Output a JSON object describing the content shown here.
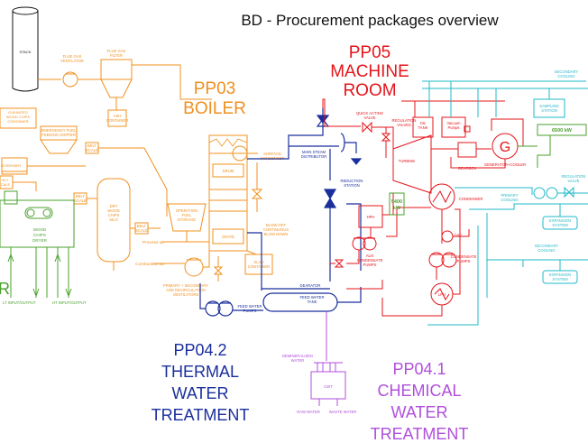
{
  "title": "BD - Procurement packages overview",
  "colors": {
    "orange": "#f0901e",
    "green": "#4aa02c",
    "red": "#e4141a",
    "navy": "#1a2f9c",
    "purple": "#b04fdc",
    "cyan": "#22b8c8",
    "black": "#111111"
  },
  "packages": {
    "pp03": {
      "line1": "PP03",
      "line2": "BOILER"
    },
    "pp05": {
      "line1": "PP05",
      "line2": "MACHINE",
      "line3": "ROOM"
    },
    "pp042": {
      "line1": "PP04.2",
      "line2": "THERMAL",
      "line3": "WATER",
      "line4": "TREATMENT"
    },
    "pp041": {
      "line1": "PP04.1",
      "line2": "CHEMICAL",
      "line3": "WATER",
      "line4": "TREATMENT"
    },
    "pp_left_partial": "R"
  },
  "labels": {
    "stack": "STACK",
    "flue_gas_ventilator": [
      "FLUE GAS",
      "VENTILATOR"
    ],
    "flue_gas_filter": [
      "FLUE GAS",
      "FILTER"
    ],
    "ash_container": [
      "ASH",
      "CONTAINER"
    ],
    "wood_chips_container": [
      "OVENATED",
      "WOOD CHIPS",
      "CONTAINER"
    ],
    "emergency_hopper": [
      "EMERGENCY FUEL",
      "FEEDING HOPPER"
    ],
    "screener": "SCREENER",
    "belt_scale": [
      "BELT",
      "SCALE"
    ],
    "belt_left": [
      "ELT",
      "CALE"
    ],
    "wood_chips_dryer": [
      "WOOD",
      "CHIPS",
      "DRYER"
    ],
    "dry_silo": [
      "DRY",
      "WOOD",
      "CHIPS",
      "SILO"
    ],
    "operation_fuel_storage": [
      "OPERATION",
      "FUEL",
      "STORAGE"
    ],
    "drum": "DRUM",
    "grate": "GRATE",
    "surface_condenser": [
      "SURFACE",
      "CONDENSER"
    ],
    "blow_off": [
      "BLOW-OFF",
      "CONTINUOUS",
      "BLOW DOWN"
    ],
    "slag_container": [
      "SLAG",
      "CONTAINER"
    ],
    "process_air": "Process air",
    "combustion_air": "Combustion air",
    "ventilators": [
      "PRIMARY + SECONDARY",
      "AND RECIRCULATION",
      "VENTILATORS"
    ],
    "lt_io": "LT INPUT/OUTPUT",
    "ht_io": "HT INPUT/OUTPUT",
    "main_steam": [
      "MAIN STEAM",
      "DISTRIBUTOR"
    ],
    "quick_acting": [
      "QUICK ACTING",
      "VALVE"
    ],
    "regulation_valves": [
      "REGULATION",
      "VALVES"
    ],
    "oil_tank": [
      "OIL",
      "TANK"
    ],
    "vacuum_pumps": [
      "Vacuum",
      "Pumps"
    ],
    "turbine": "TURBINE",
    "gearbox": "GEARBOX",
    "generator": "GENERATOR+COOLER",
    "generator_symbol": "G",
    "reduction_station": [
      "REDUCTION",
      "STATION"
    ],
    "hph": "HPH",
    "kw_small": [
      "5400",
      "kW"
    ],
    "aux_condensate": [
      "AUX",
      "CONDENSATE",
      "PUMPS"
    ],
    "condenser": "CONDENSER",
    "cac": "CAC",
    "condensate_pumps": [
      "CONDENSATE",
      "PUMPS"
    ],
    "lph": "LPH",
    "deaerator": "DEARATOR",
    "feed_water_tank": [
      "FEED WATER",
      "TANK"
    ],
    "feed_water_pumps": [
      "FEED WATER",
      "PUMPS"
    ],
    "secondary_cooling_top": [
      "SECONDARY",
      "COOLING"
    ],
    "sampling_station": [
      "SAMPLING",
      "STATION"
    ],
    "kw_big": "6500 kW",
    "regulation_valve": [
      "REGULATION",
      "VALVE"
    ],
    "primary_cooling": [
      "PRIMARY",
      "COOLING"
    ],
    "expansion_system_1": [
      "EXPANSION",
      "SYSTEM"
    ],
    "secondary_cooling_bottom": [
      "SECONDARY",
      "COOLING"
    ],
    "expansion_system_2": [
      "EXPANSION",
      "SYSTEM"
    ],
    "demineralized_water": [
      "DEMINERALIZED",
      "WATER"
    ],
    "cwt": "CWT",
    "raw_water": "RAW WATER",
    "waste_water": "WASTE WATER"
  }
}
